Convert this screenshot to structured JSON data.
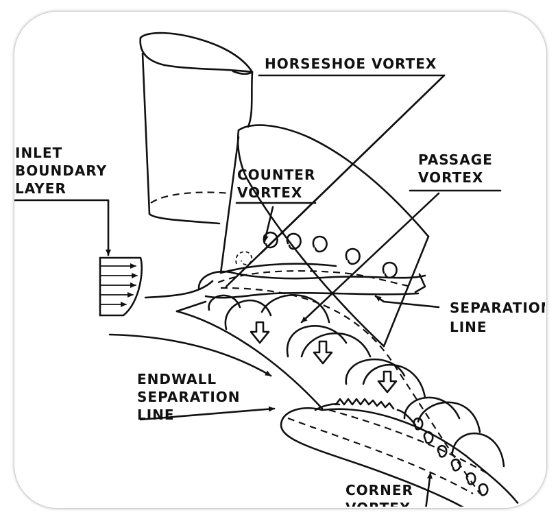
{
  "labels": {
    "horseshoe_vortex": "HORSESHOE VORTEX",
    "inlet_boundary_1": "INLET",
    "inlet_boundary_2": "BOUNDARY",
    "inlet_boundary_3": "LAYER",
    "counter_vortex_1": "COUNTER",
    "counter_vortex_2": "VORTEX",
    "passage_vortex_1": "PASSAGE",
    "passage_vortex_2": "VORTEX",
    "separation_line_1": "SEPARATION",
    "separation_line_2": "LINE",
    "endwall_separation_1": "ENDWALL",
    "endwall_separation_2": "SEPARATION",
    "endwall_separation_3": "LINE",
    "corner_vortex_1": "CORNER",
    "corner_vortex_2": "VORTEX"
  },
  "colors": {
    "ink": "#111111",
    "frame_border": "#cfcfcf",
    "background": "#ffffff"
  }
}
